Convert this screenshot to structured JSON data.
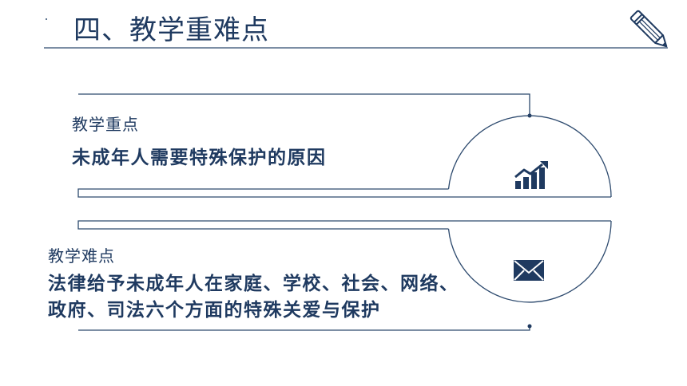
{
  "slide": {
    "title": "四、教学重难点",
    "sections": [
      {
        "label": "教学重点",
        "content": [
          "未成年人需要特殊保护的原因"
        ],
        "icon": "growth-chart-icon"
      },
      {
        "label": "教学难点",
        "content": [
          "法律给予未成年人在家庭、学校、社会、网络、",
          "政府、司法六个方面的特殊关爱与保护"
        ],
        "icon": "envelope-icon"
      }
    ],
    "header_icon": "pencil-icon"
  },
  "colors": {
    "primary": "#1f3a60",
    "line": "#2d4a6e",
    "background": "#ffffff"
  }
}
